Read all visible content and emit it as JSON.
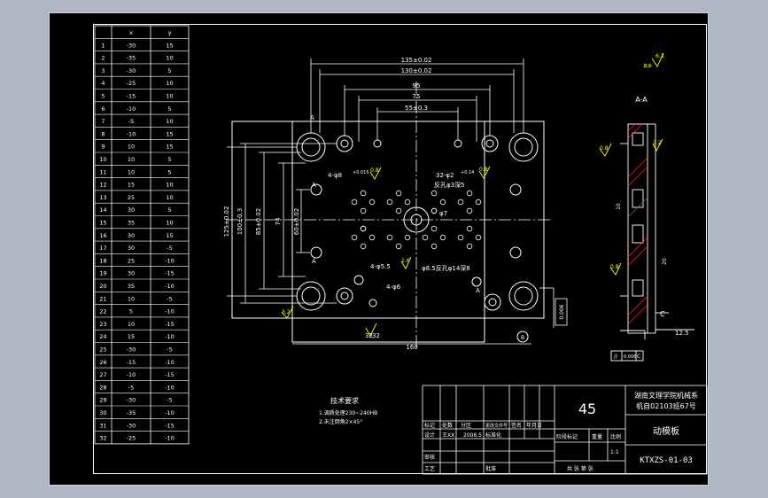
{
  "table": {
    "headers": [
      "",
      "x",
      "y"
    ],
    "rows": [
      [
        "1",
        "-30",
        "15"
      ],
      [
        "2",
        "-35",
        "10"
      ],
      [
        "3",
        "-30",
        "5"
      ],
      [
        "4",
        "-25",
        "10"
      ],
      [
        "5",
        "-15",
        "10"
      ],
      [
        "6",
        "-10",
        "5"
      ],
      [
        "7",
        "-5",
        "10"
      ],
      [
        "8",
        "-10",
        "15"
      ],
      [
        "9",
        "10",
        "15"
      ],
      [
        "10",
        "10",
        "5"
      ],
      [
        "11",
        "10",
        "5"
      ],
      [
        "12",
        "15",
        "10"
      ],
      [
        "13",
        "25",
        "10"
      ],
      [
        "14",
        "30",
        "5"
      ],
      [
        "15",
        "35",
        "10"
      ],
      [
        "16",
        "30",
        "15"
      ],
      [
        "17",
        "30",
        "-5"
      ],
      [
        "18",
        "25",
        "-10"
      ],
      [
        "19",
        "30",
        "-15"
      ],
      [
        "20",
        "35",
        "-10"
      ],
      [
        "21",
        "10",
        "-5"
      ],
      [
        "22",
        "5",
        "-10"
      ],
      [
        "23",
        "10",
        "-15"
      ],
      [
        "24",
        "15",
        "-10"
      ],
      [
        "25",
        "-30",
        "-5"
      ],
      [
        "26",
        "-15",
        "-10"
      ],
      [
        "27",
        "-10",
        "-15"
      ],
      [
        "28",
        "-5",
        "-10"
      ],
      [
        "29",
        "-30",
        "-5"
      ],
      [
        "30",
        "-35",
        "-10"
      ],
      [
        "31",
        "-30",
        "-15"
      ],
      [
        "32",
        "-25",
        "-10"
      ]
    ]
  },
  "dims": {
    "d135": "135±0.02",
    "d130": "130±0.02",
    "d95": "95",
    "d75": "75",
    "d55": "55±0.3",
    "d125": "125±0.02",
    "d100": "100±0.3",
    "d85": "85±0.02",
    "d74": "74",
    "d60": "60±0.02",
    "d160": "160",
    "d32": "32",
    "hole8": "4-φ8",
    "hole8tol": "+0.015",
    "hole2": "32-φ2",
    "hole2tol": "+0.14",
    "hole2note": "反孔φ3深5",
    "phi7": "φ7",
    "hole55": "4-φ5.5",
    "hole6": "4-φ6",
    "note85": "φ8.5反孔φ14深8",
    "r08": "0.8",
    "r16": "1.6",
    "r32": "3.2",
    "labelA": "A",
    "labelB": "B",
    "sectionAA": "A-A",
    "d125r": "12.5",
    "d10": "10",
    "d20": "20",
    "d10b": "10",
    "tolFrame": "0.006",
    "tolFrameRef": "C",
    "flatTol": "0.006",
    "flatSym": "//",
    "labelC": "C",
    "rough63": "6.3",
    "roughX": "其余"
  },
  "notes": {
    "heading": "技术要求",
    "line1": "1.调质处理230~240HB",
    "line2": "2.未注倒角2×45°"
  },
  "title_block": {
    "material": "45",
    "school": "湖南文理学院机械系",
    "class": "机自02103班67号",
    "part_name": "动模板",
    "drawing_no": "KTXZS-01-03",
    "h_mark": "标记",
    "h_count": "处数",
    "h_zone": "分区",
    "h_doc": "更改文件号",
    "h_sign": "签名",
    "h_date": "年月日",
    "designer_label": "设计",
    "designer": "王XX",
    "date": "2006.5",
    "std_label": "标准化",
    "stage_label": "阶段标记",
    "weight_label": "重量",
    "scale_label": "比例",
    "scale": "1:1",
    "review_label": "审核",
    "process_label": "工艺",
    "approve_label": "批准",
    "sheets": "共 张 第 张"
  }
}
